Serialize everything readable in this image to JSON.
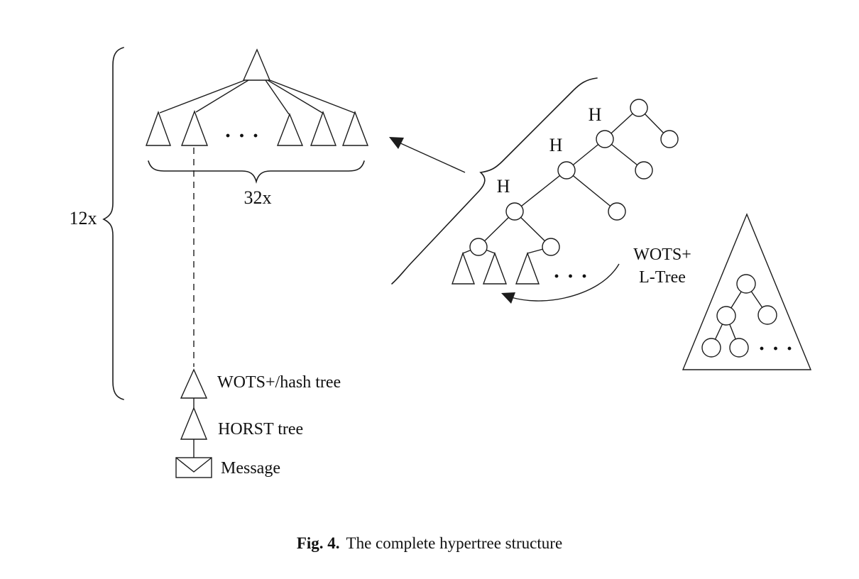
{
  "colors": {
    "ink": "#1c1c1c",
    "background": "#ffffff",
    "text": "#111111"
  },
  "annotations": {
    "layer_repeat": "12x",
    "subtree_repeat": "32x",
    "hash_label_1": "H",
    "hash_label_2": "H",
    "hash_label_3": "H",
    "wots_ltree_line1": "WOTS+",
    "wots_ltree_line2": "L-Tree",
    "ellipsis_top_tree": "· · ·",
    "ellipsis_hash_tree": "· · ·",
    "ellipsis_ltree": "· · ·"
  },
  "legend": {
    "wots_hash_tree": "WOTS+/hash tree",
    "horst_tree": "HORST tree",
    "message": "Message"
  },
  "caption": {
    "label": "Fig. 4.",
    "text": "The complete hypertree structure"
  }
}
